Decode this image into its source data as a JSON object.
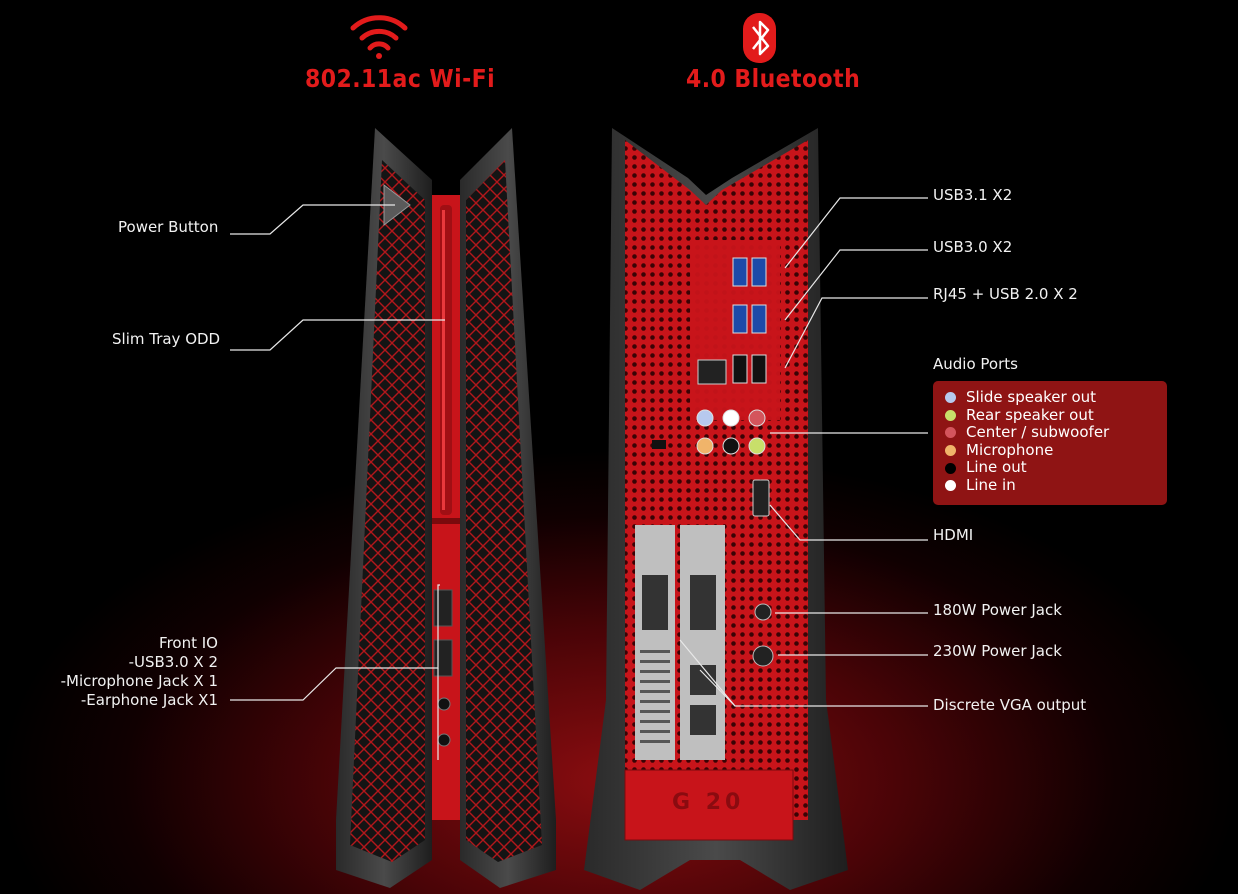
{
  "headers": {
    "wifi": "802.11ac Wi-Fi",
    "bluetooth": "4.0 Bluetooth"
  },
  "icons": {
    "wifi": "wifi-icon",
    "bluetooth": "bluetooth-icon"
  },
  "left_labels": {
    "power_button": "Power Button",
    "slim_tray": "Slim Tray ODD",
    "front_io": [
      "Front IO",
      "-USB3.0 X 2",
      "-Microphone Jack X 1",
      "-Earphone Jack X1"
    ]
  },
  "right_labels": {
    "usb31": "USB3.1  X2",
    "usb30": "USB3.0 X2",
    "rj45": "RJ45 + USB 2.0 X 2",
    "audio_title": "Audio Ports",
    "hdmi": "HDMI",
    "power180": "180W Power Jack",
    "power230": "230W Power Jack",
    "vga": "Discrete VGA output"
  },
  "audio_ports": [
    {
      "label": "Slide speaker out",
      "color": "#b7c9ee"
    },
    {
      "label": "Rear speaker out",
      "color": "#c8df6a"
    },
    {
      "label": "Center / subwoofer",
      "color": "#d4555c"
    },
    {
      "label": "Microphone",
      "color": "#f0b46a"
    },
    {
      "label": "Line out",
      "color": "#000000"
    },
    {
      "label": "Line in",
      "color": "#ffffff"
    }
  ],
  "colors": {
    "accent_red": "#e21b1b",
    "device_red": "#c8141a",
    "audio_box": "#8f1414"
  },
  "case_logo": "G 20"
}
